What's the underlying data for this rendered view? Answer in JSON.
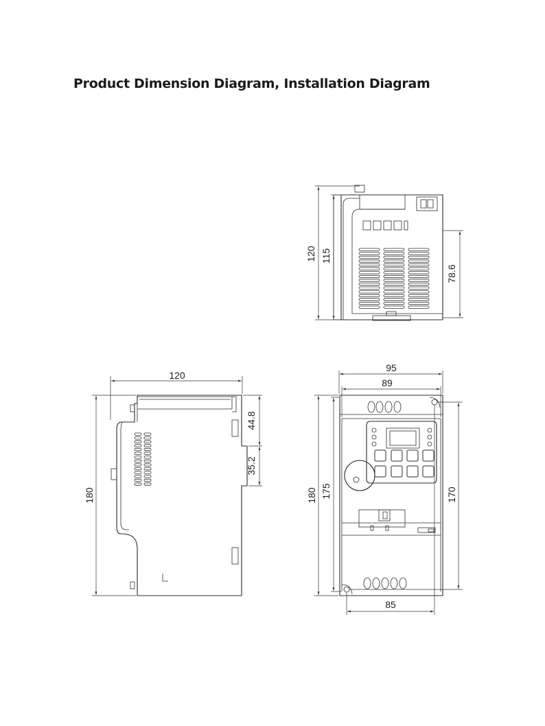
{
  "page": {
    "title": "Product Dimension Diagram, Installation Diagram"
  },
  "top_view": {
    "dims": {
      "overall_height": "120",
      "body_height": "115",
      "vent_height": "78.6"
    }
  },
  "side_view": {
    "dims": {
      "width": "120",
      "height": "180",
      "rail_offset": "44.8",
      "rail_width": "35.2"
    }
  },
  "front_view": {
    "dims": {
      "overall_width": "95",
      "body_width": "89",
      "overall_height": "180",
      "body_height": "175",
      "mount_height": "170",
      "mount_width": "85"
    }
  }
}
